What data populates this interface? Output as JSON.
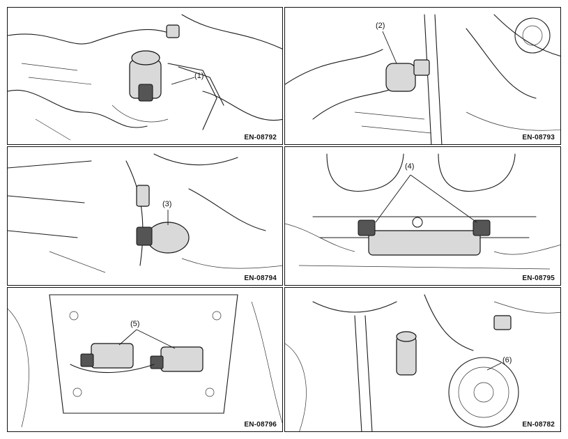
{
  "panels": [
    {
      "id": "EN-08792",
      "callouts": [
        "(1)"
      ]
    },
    {
      "id": "EN-08793",
      "callouts": [
        "(2)"
      ]
    },
    {
      "id": "EN-08794",
      "callouts": [
        "(3)"
      ]
    },
    {
      "id": "EN-08795",
      "callouts": [
        "(4)"
      ]
    },
    {
      "id": "EN-08796",
      "callouts": [
        "(5)"
      ]
    },
    {
      "id": "EN-08782",
      "callouts": [
        "(6)"
      ]
    }
  ]
}
